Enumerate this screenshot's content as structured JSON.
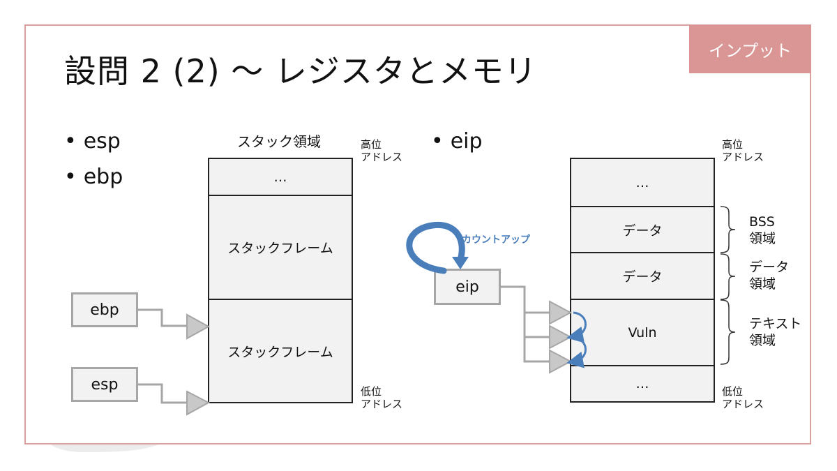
{
  "slide": {
    "title": "設問 2 (2) ～ レジスタとメモリ",
    "tag": "インプット",
    "tag_color": "#d99694",
    "frame_color": "#d9a0a0"
  },
  "left": {
    "bullets": [
      "esp",
      "ebp"
    ],
    "stack_heading": "スタック領域",
    "high_address": [
      "高位",
      "アドレス"
    ],
    "low_address": [
      "低位",
      "アドレス"
    ],
    "stack_cells": [
      "…",
      "スタックフレーム",
      "スタックフレーム"
    ],
    "registers": [
      "ebp",
      "esp"
    ]
  },
  "right": {
    "bullets": [
      "eip"
    ],
    "high_address": [
      "高位",
      "アドレス"
    ],
    "low_address": [
      "低位",
      "アドレス"
    ],
    "memory_cells": [
      "…",
      "データ",
      "データ",
      "Vuln",
      "…"
    ],
    "register": "eip",
    "count_up": "カウントアップ",
    "accent_color": "#4a7ebb",
    "segments": [
      {
        "line1": "BSS",
        "line2": "領域"
      },
      {
        "line1": "データ",
        "line2": "領域"
      },
      {
        "line1": "テキスト",
        "line2": "領域"
      }
    ]
  }
}
